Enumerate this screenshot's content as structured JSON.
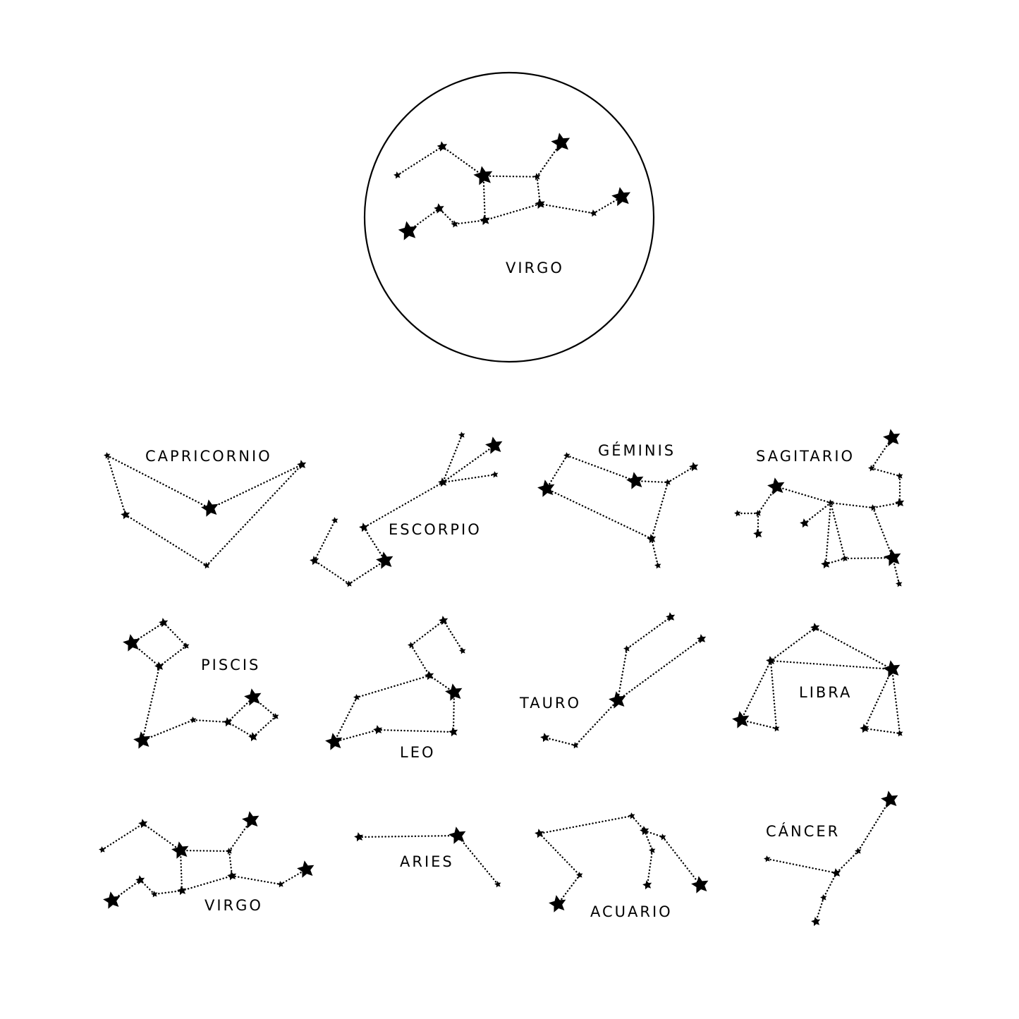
{
  "featured": {
    "name": "VIRGO",
    "constellation": "virgo"
  },
  "constellations": [
    {
      "id": "capricornio",
      "label": "CAPRICORNIO"
    },
    {
      "id": "escorpio",
      "label": "ESCORPIO"
    },
    {
      "id": "geminis",
      "label": "GÉMINIS"
    },
    {
      "id": "sagitario",
      "label": "SAGITARIO"
    },
    {
      "id": "piscis",
      "label": "PISCIS"
    },
    {
      "id": "leo",
      "label": "LEO"
    },
    {
      "id": "tauro",
      "label": "TAURO"
    },
    {
      "id": "libra",
      "label": "LIBRA"
    },
    {
      "id": "virgo",
      "label": "VIRGO"
    },
    {
      "id": "aries",
      "label": "ARIES"
    },
    {
      "id": "acuario",
      "label": "ACUARIO"
    },
    {
      "id": "cancer",
      "label": "CÁNCER"
    }
  ],
  "colors": {
    "ink": "#000000",
    "background": "#ffffff"
  }
}
